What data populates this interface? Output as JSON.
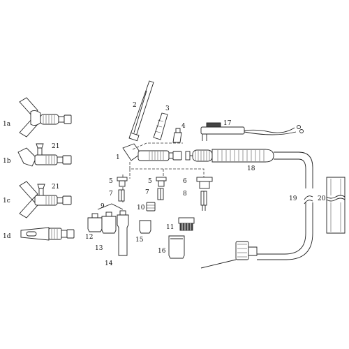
{
  "diagram": {
    "labels": {
      "l1a": "1a",
      "l1b": "1b",
      "l1c": "1c",
      "l1d": "1d",
      "l21a": "21",
      "l21b": "21",
      "l1": "1",
      "l2": "2",
      "l3": "3",
      "l4": "4",
      "l5a": "5",
      "l5b": "5",
      "l6": "6",
      "l7a": "7",
      "l7b": "7",
      "l8": "8",
      "l9": "9",
      "l10": "10",
      "l11": "11",
      "l12": "12",
      "l13": "13",
      "l14": "14",
      "l15": "15",
      "l16": "16",
      "l17": "17",
      "l18": "18",
      "l19": "19",
      "l20": "20"
    }
  }
}
